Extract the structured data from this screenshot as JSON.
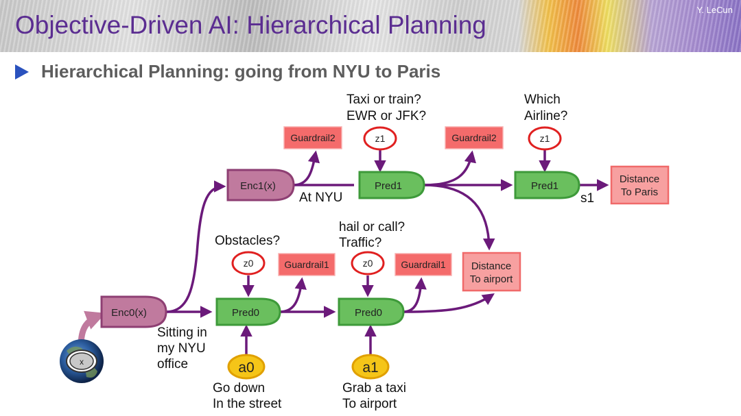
{
  "header": {
    "title": "Objective-Driven AI: Hierarchical Planning",
    "author": "Y. LeCun"
  },
  "subtitle": "Hierarchical Planning: going from NYU to Paris",
  "nodes": {
    "enc0": "Enc0(x)",
    "enc1": "Enc1(x)",
    "pred0_a": "Pred0",
    "pred0_b": "Pred0",
    "pred1_a": "Pred1",
    "pred1_b": "Pred1",
    "z0_a": "z0",
    "z0_b": "z0",
    "z1_a": "z1",
    "z1_b": "z1",
    "a0": "a0",
    "a1": "a1",
    "guardrail1_a": "Guardrail1",
    "guardrail1_b": "Guardrail1",
    "guardrail2_a": "Guardrail2",
    "guardrail2_b": "Guardrail2",
    "distance_airport": [
      "Distance",
      "To airport"
    ],
    "distance_paris": [
      "Distance",
      "To Paris"
    ],
    "input_x": "x"
  },
  "labels": {
    "taxi_or_train": [
      "Taxi or train?",
      "EWR or JFK?"
    ],
    "which_airline": [
      "Which",
      "Airline?"
    ],
    "obstacles": "Obstacles?",
    "hail_or_call": [
      "hail or call?",
      "Traffic?"
    ],
    "at_nyu": "At NYU",
    "s1": "s1",
    "sitting": [
      "Sitting in",
      "my NYU",
      "office"
    ],
    "go_down": [
      "Go down",
      "In the street"
    ],
    "grab_taxi": [
      "Grab a taxi",
      "To airport"
    ]
  },
  "colors": {
    "enc": "#c07a9e",
    "pred": "#6abf5e",
    "z_ring": "#e02020",
    "action": "#f5c518",
    "guardrail": "#f46b6b",
    "distance": "#f7a0a0",
    "arrow": "#6b1a7a",
    "title": "#5b2d91"
  }
}
